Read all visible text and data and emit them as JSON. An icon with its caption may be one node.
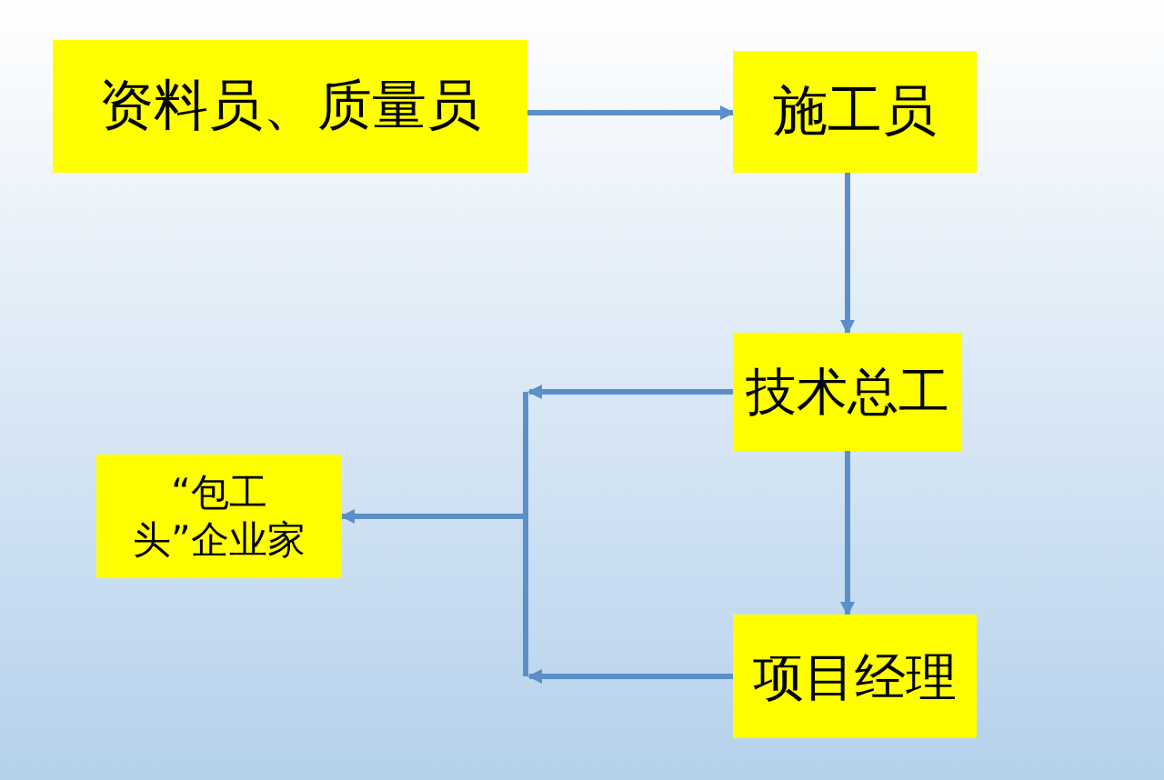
{
  "diagram": {
    "nodes": [
      {
        "text": [
          "资料员、质量员"
        ]
      },
      {
        "text": [
          "施工员"
        ]
      },
      {
        "text": [
          "技术总工"
        ]
      },
      {
        "text": [
          "项目经理"
        ]
      },
      {
        "text": [
          "“包工头”企业家"
        ]
      }
    ],
    "edges": [
      {
        "from": 0,
        "to": 1,
        "arrow": "to"
      },
      {
        "from": 1,
        "to": 2,
        "arrow": "to"
      },
      {
        "from": 2,
        "to": 3,
        "arrow": "to"
      },
      {
        "from": 2,
        "to": 4,
        "arrow": "to"
      },
      {
        "from": 3,
        "to": 4,
        "arrow": "to"
      }
    ]
  }
}
